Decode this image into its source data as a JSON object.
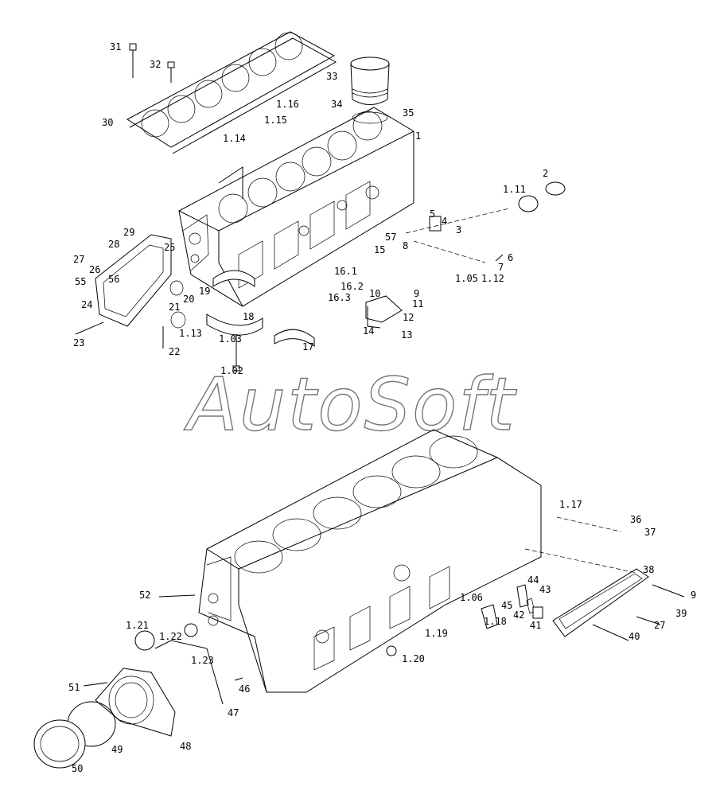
{
  "watermark": "AutoSoft",
  "callouts": [
    "31",
    "32",
    "30",
    "33",
    "1.16",
    "34",
    "35",
    "1.15",
    "1.14",
    "1",
    "2",
    "1.11",
    "5",
    "4",
    "3",
    "57",
    "8",
    "6",
    "7",
    "1.05",
    "1.12",
    "29",
    "28",
    "25",
    "27",
    "26",
    "56",
    "55",
    "24",
    "20",
    "19",
    "21",
    "1.13",
    "18",
    "1.03",
    "17",
    "1.02",
    "23",
    "22",
    "15",
    "16.1",
    "16.2",
    "16.3",
    "10",
    "9",
    "11",
    "12",
    "14",
    "13",
    "1.17",
    "36",
    "37",
    "38",
    "44",
    "43",
    "1.06",
    "45",
    "42",
    "41",
    "1.18",
    "9",
    "39",
    "27",
    "40",
    "52",
    "1.21",
    "1.22",
    "1.19",
    "1.23",
    "1.20",
    "51",
    "46",
    "47",
    "49",
    "48",
    "50"
  ]
}
